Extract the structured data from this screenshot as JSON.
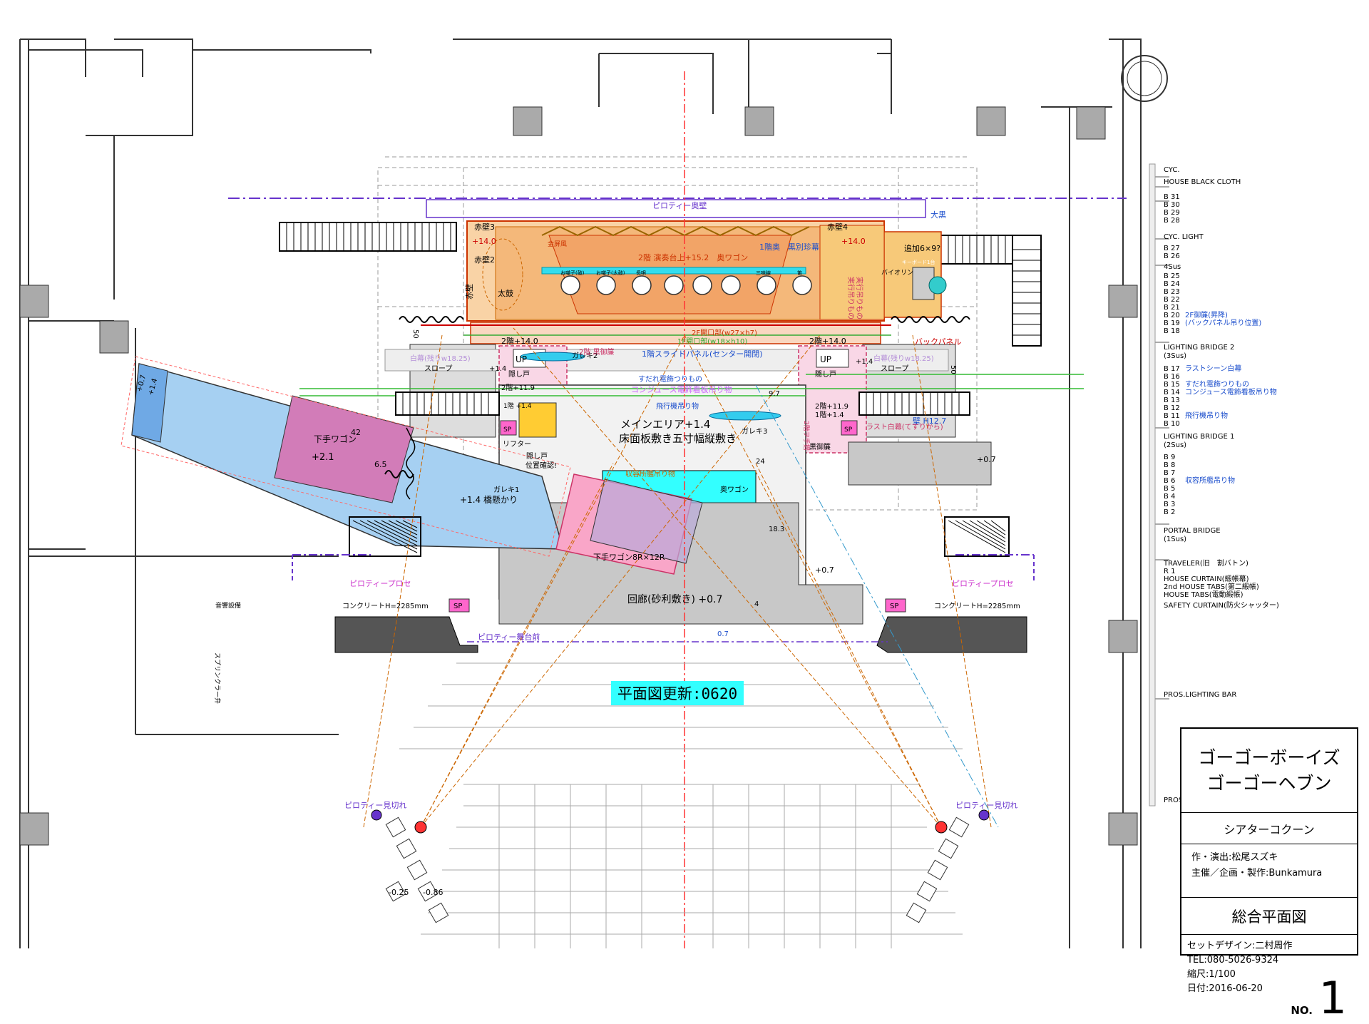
{
  "legend": {
    "cyc": "CYC.",
    "house_black_cloth": "HOUSE BLACK CLOTH",
    "b31": "B 31",
    "b30": "B 30",
    "b29": "B 29",
    "b28": "B 28",
    "cyc_light": "CYC. LIGHT",
    "b27": "B 27",
    "b26": "B 26",
    "sus4": "4Sus",
    "b25": "B 25",
    "b24": "B 24",
    "b23": "B 23",
    "b22": "B 22",
    "b21": "B 21",
    "b20": "B 20",
    "b20_note": "2F御簾(昇降)",
    "b19": "B 19",
    "b19_note": "(バックパネル吊り位置)",
    "b18": "B 18",
    "lb2": "LIGHTING BRIDGE 2",
    "lb2_sus": "(3Sus)",
    "b17": "B 17",
    "b17_note": "ラストシーン白幕",
    "b16": "B 16",
    "b15": "B 15",
    "b15_note": "すだれ電飾つりもの",
    "b14": "B 14",
    "b14_note": "コンジュース電飾看板吊り物",
    "b13": "B 13",
    "b12": "B 12",
    "b11": "B 11",
    "b11_note": "飛行機吊り物",
    "b10": "B 10",
    "lb1": "LIGHTING BRIDGE 1",
    "lb1_sus": "(2Sus)",
    "b9": "B 9",
    "b8": "B 8",
    "b7": "B 7",
    "b6": "B 6",
    "b6_note": "収容所艦吊り物",
    "b5": "B 5",
    "b4": "B 4",
    "b3": "B 3",
    "b2": "B 2",
    "portal": "PORTAL BRIDGE",
    "portal_sus": "(1Sus)",
    "traveler": "TRAVELER(旧　割バトン)",
    "r1": "R 1",
    "house_curtain": "HOUSE CURTAIN(緞帳幕)",
    "house_tabs2": "2nd HOUSE TABS(第二緞帳)",
    "house_tabs": "HOUSE TABS(電動緞帳)",
    "safety": "SAFETY CURTAIN(防火シャッター)",
    "pros_bar": "PROS.LIGHTING BAR",
    "pros": "PROS"
  },
  "labels": {
    "piloty_back": "ピロティー奥壁",
    "okuro": "大黒",
    "akakabe3": "赤壁3",
    "akakabe4": "赤壁4",
    "akakabe2": "赤壁2",
    "akakabe": "赤壁",
    "plus14_left": "+14.0",
    "plus14_right": "+14.0",
    "kinbyobu": "金屏風",
    "floor2_wagon": "2階 演奏台上+15.2　奥ワゴン",
    "floor1_curtain": "1階奥　黒別珍幕",
    "taiko": "太鼓",
    "tsuika": "追加6×9?",
    "keyboard": "キーボード1台",
    "violin": "バイオリン",
    "ohayashi_1": "お囃子(鼓)",
    "ohayashi_2": "お囃子(太鼓)",
    "ohayashi_3": "長唄",
    "ohayashi_4": "三味線",
    "ohayashi_5": "笛",
    "kaidan_l": "実行吊りもの",
    "kaidan_r": "実行吊りもの",
    "opening_2f": "2F開口部(w27×h7)",
    "opening_1f": "1F開口部(w18×h10)",
    "back_panel": "バックパネル",
    "floor2_14_l": "2階+14.0",
    "floor2_14_r": "2階+14.0",
    "up_l": "UP",
    "up_r": "UP",
    "slide_panel": "1階スライドパネル(センター開閉)",
    "shiromaku_l": "白幕(残りw18.25)",
    "shiromaku_r": "白幕(残りw18.25)",
    "slope_l": "スロープ",
    "slope_r": "スロープ",
    "garaki2": "ガレキ2",
    "kakushido_l": "隠し戸",
    "kakushido_r": "隠し戸",
    "floor2_kuro": "2階 黒御簾",
    "sudare": "すだれ電飾つりもの",
    "conjuice": "コンジュース電飾看板吊り物",
    "hikouki": "飛行機吊り物",
    "floor2_119_l": "2階+11.9",
    "floor2_119_r": "2階+11.9",
    "floor1_14_l": "1階\n+1.4",
    "floor1_14_r": "1階+1.4",
    "sp": "SP",
    "lifter": "リフター",
    "kakushido2": "隠し戸",
    "ichikakunin": "位置確認!",
    "main_area": "メインエリア+1.4",
    "floor_board": "床面板敷き五寸幅縦敷き",
    "garaki3": "ガレキ3",
    "last_shiromaku": "ラスト白幕(てすりから)",
    "kabe127": "壁 H12.7",
    "kuromisu": "黒御簾",
    "kaidan_2f": "2階ヲ手摺",
    "plus07_r": "+0.7",
    "shimote_wagon": "下手ワゴン",
    "plus21": "+2.1",
    "dim42": "42",
    "dim65": "6.5",
    "garaki1": "ガレキ1",
    "hashigakari": "+1.4\n橋懸かり",
    "shuyo": "収容所艦吊り物",
    "oku_wagon": "奥ワゴン",
    "shimote_wagon8": "下手ワゴン8R×12R",
    "dim183": "18.3",
    "dim97": "9.7",
    "dim24": "24",
    "dim4": "4",
    "plus07_c": "+0.7",
    "kairo": "回廊(砂利敷き) +0.7",
    "dim07": "0.7",
    "piloty_prose_l": "ピロティープロセ",
    "piloty_prose_r": "ピロティープロセ",
    "concrete_l": "コンクリートH=2285mm",
    "concrete_r": "コンクリートH=2285mm",
    "piloty_stage": "ピロティー舞台前",
    "onkyo": "音響設備",
    "sprinkler": "スプリンクラー弁",
    "piloty_mikire_l": "ピロティー見切れ",
    "piloty_mikire_r": "ピロティー見切れ",
    "dim025": "-0.25",
    "dim086": "-0.86",
    "p14_l": "+1.4",
    "p14_r": "+1.4",
    "d07a": "+0.7",
    "d14a": "+1.4",
    "d50a": "50",
    "d50b": "50"
  },
  "update_badge": "平面図更新:0620",
  "titleblock": {
    "company1": "ゴーゴーボーイズ",
    "company2": "ゴーゴーヘブン",
    "theatre": "シアターコクーン",
    "director": "作・演出:松尾スズキ",
    "producer": "主催／企画・製作:Bunkamura",
    "drawing": "総合平面図",
    "designer": "セットデザイン:二村周作",
    "tel": "TEL:080-5026-9324",
    "scale": "縮尺:1/100",
    "date": "日付:2016-06-20",
    "no_label": "NO.",
    "no": "1"
  }
}
